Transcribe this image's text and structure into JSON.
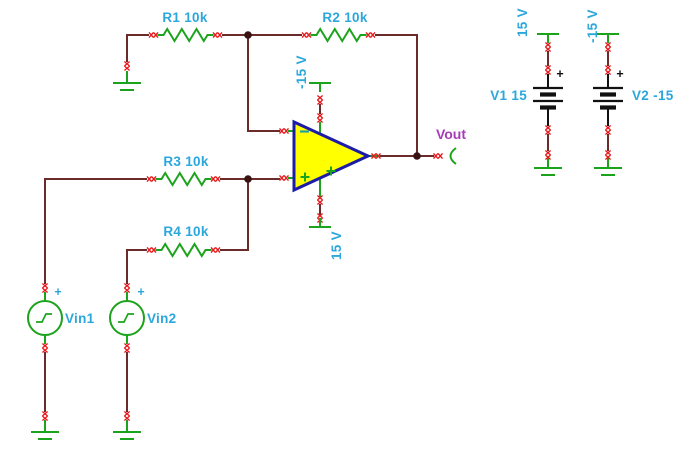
{
  "colors": {
    "background": "#ffffff",
    "wire": "#6b2b2b",
    "junction": "#3a1214",
    "pin": "#e8191c",
    "comp-green": "#1ca31c",
    "label-cyan": "#2ba7dc",
    "net-magenta": "#a53cb5",
    "opamp-fill": "#ffff00",
    "opamp-border": "#1c1ca8",
    "opamp-minus": "#23a0a0",
    "battery-black": "#111111"
  },
  "components": {
    "r1": {
      "label": "R1 10k"
    },
    "r2": {
      "label": "R2 10k"
    },
    "r3": {
      "label": "R3 10k"
    },
    "r4": {
      "label": "R4 10k"
    },
    "opamp": {
      "top_rail": "-15 V",
      "bottom_rail": "15 V",
      "inverting_mark": "-",
      "noninverting_mark": "+",
      "supply_mark": "+"
    },
    "vout": {
      "label": "Vout"
    },
    "vin1": {
      "label": "Vin1",
      "plus": "+"
    },
    "vin2": {
      "label": "Vin2",
      "plus": "+"
    },
    "v1": {
      "label": "V1 15",
      "rail": "15 V",
      "plus": "+"
    },
    "v2": {
      "label": "V2 -15",
      "rail": "-15 V",
      "plus": "+"
    }
  }
}
